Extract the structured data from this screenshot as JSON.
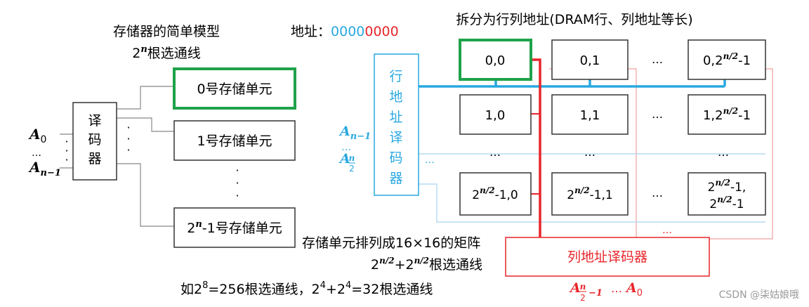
{
  "left": {
    "title": "存储器的简单模型",
    "select_lines": {
      "base": "2",
      "exp": "n",
      "suffix": "根选通线"
    },
    "decoder_label": [
      "译",
      "码",
      "器"
    ],
    "addr_first": {
      "base": "A",
      "sub": "0"
    },
    "addr_dots": "…",
    "addr_last": {
      "base": "A",
      "sub": "n−1"
    },
    "vdots": "·",
    "cells": [
      {
        "label": "0号存储单元"
      },
      {
        "label": "1号存储单元"
      },
      {
        "base": "2",
        "exp": "n",
        "rest": "-1号存储单元"
      }
    ]
  },
  "address": {
    "label": "地址：",
    "high": "0000",
    "low": "0000",
    "colors": {
      "high": "#29a8e0",
      "low": "#e8252a"
    }
  },
  "right": {
    "title": "拆分为行列地址(DRAM行、列地址等长)",
    "row_decoder_label": [
      "行",
      "地",
      "址",
      "译",
      "码",
      "器"
    ],
    "row_addr_top": {
      "base": "A",
      "sub": "n−1"
    },
    "row_addr_dots": "…",
    "row_addr_bottom": {
      "base": "A",
      "num": "n",
      "den": "2"
    },
    "col_decoder_label": "列地址译码器",
    "col_addr": {
      "base": "A",
      "num": "n",
      "den": "2",
      "tail": "−1",
      "dots": "…",
      "last": "A",
      "last_sub": "0"
    },
    "ellipsis": "…",
    "grid": [
      [
        "0,0",
        "0,1",
        {
          "pre": "0,2",
          "exp": "n/2",
          "post": "-1"
        }
      ],
      [
        "1,0",
        "1,1",
        {
          "pre": "1,2",
          "exp": "n/2",
          "post": "-1"
        }
      ],
      [
        {
          "pre": "2",
          "exp": "n/2",
          "post": "-1,0"
        },
        {
          "pre": "2",
          "exp": "n/2",
          "post": "-1,1"
        },
        {
          "l1": {
            "pre": "2",
            "exp": "n/2",
            "post": "-1,"
          },
          "l2": {
            "pre": "2",
            "exp": "n/2",
            "post": "-1"
          }
        }
      ]
    ],
    "matrix_note": "存储单元排列成16×16的矩阵",
    "select_note": {
      "a": "2",
      "a_exp": "n/2",
      "mid": "+2",
      "b_exp": "n/2",
      "suffix": "根选通线"
    }
  },
  "footer": {
    "prefix": "如2",
    "exp1": "8",
    "mid": "=256根选通线，2",
    "exp2": "4",
    "mid2": "+2",
    "exp3": "4",
    "tail": "=32根选通线"
  },
  "watermark": "CSDN @柒姑娘哦",
  "colors": {
    "select_line": "#29a8e0",
    "column_line": "#e8252a",
    "highlight": "#1fa24a",
    "thin_red": "#f0a0a0",
    "thin_blue": "#a8d4ee",
    "grey": "#888888"
  }
}
